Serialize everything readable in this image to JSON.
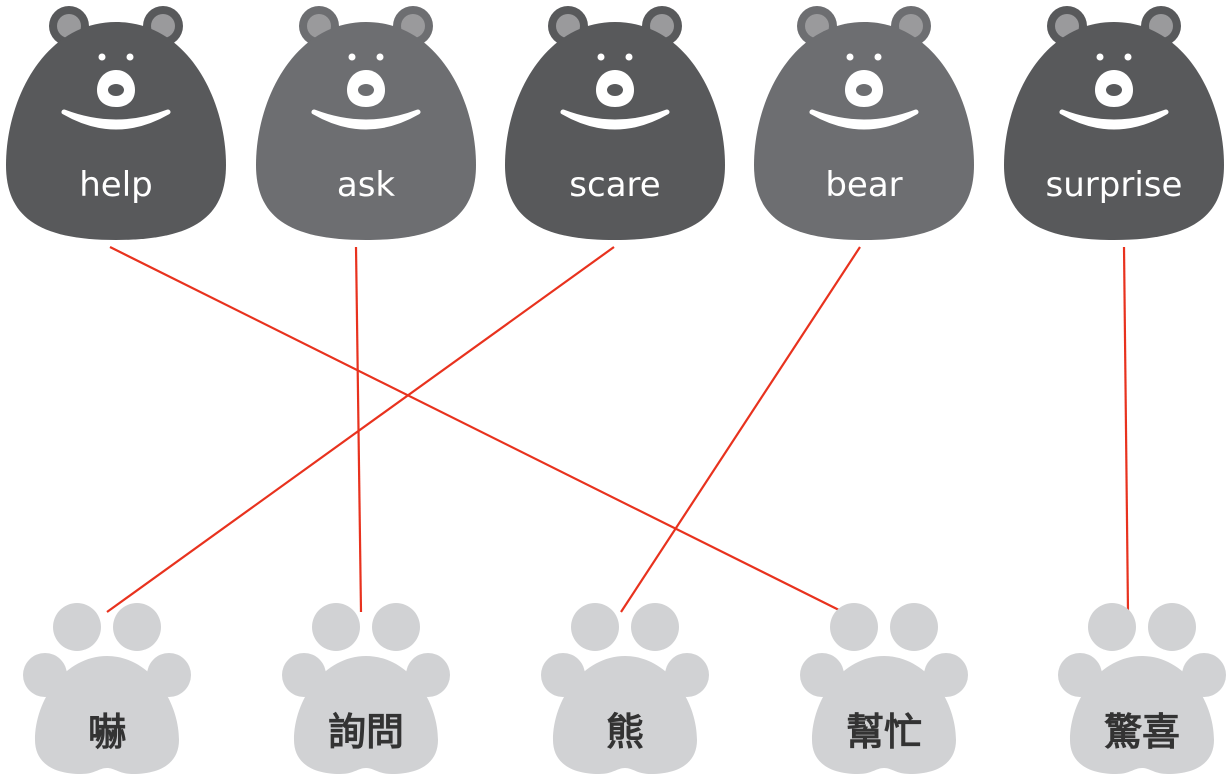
{
  "colors": {
    "bear_dark": "#58595b",
    "bear_mid": "#6d6e71",
    "ear_inner": "#9a9a9c",
    "face": "#ffffff",
    "paw": "#d1d2d4",
    "line": "#e8321e"
  },
  "icons": {
    "bear": "bear-head-icon",
    "paw": "paw-print-icon"
  },
  "bears": [
    {
      "word": "help",
      "shade": "dark"
    },
    {
      "word": "ask",
      "shade": "mid"
    },
    {
      "word": "scare",
      "shade": "dark"
    },
    {
      "word": "bear",
      "shade": "mid"
    },
    {
      "word": "surprise",
      "shade": "dark"
    }
  ],
  "paws": [
    {
      "text": "嚇"
    },
    {
      "text": "詢問"
    },
    {
      "text": "熊"
    },
    {
      "text": "幫忙"
    },
    {
      "text": "驚喜"
    }
  ],
  "matches": [
    {
      "word": "help",
      "answer": "幫忙"
    },
    {
      "word": "ask",
      "answer": "詢問"
    },
    {
      "word": "scare",
      "answer": "嚇"
    },
    {
      "word": "bear",
      "answer": "熊"
    },
    {
      "word": "surprise",
      "answer": "驚喜"
    }
  ]
}
